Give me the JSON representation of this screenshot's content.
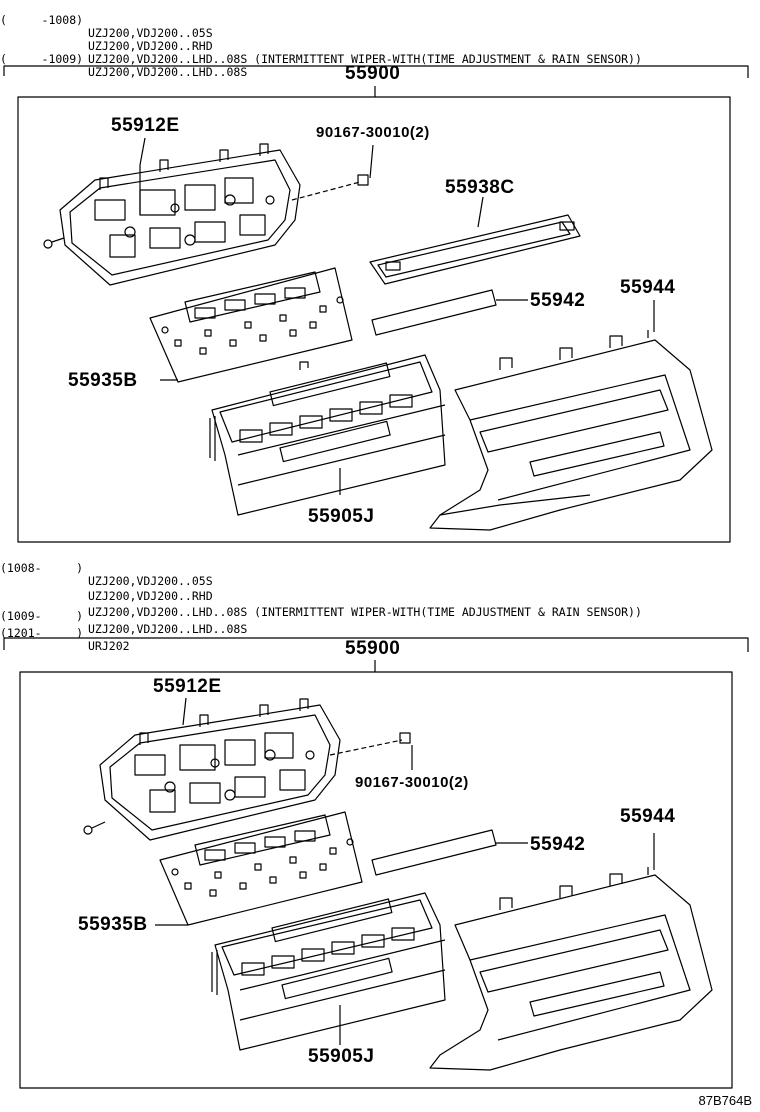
{
  "sections": [
    {
      "applicability": [
        {
          "code": "(     -1008)",
          "models": "UZJ200,VDJ200..05S"
        },
        {
          "code": "",
          "models": "UZJ200,VDJ200..RHD"
        },
        {
          "code": "",
          "models": "UZJ200,VDJ200..LHD..08S (INTERMITTENT WIPER-WITH(TIME ADJUSTMENT & RAIN SENSOR))"
        },
        {
          "code": "(     -1009)",
          "models": "UZJ200,VDJ200..LHD..08S"
        }
      ],
      "assembly_label": "55900",
      "parts": {
        "bracket": "55912E",
        "screw": "90167-30010(2)",
        "panel_cover": "55938C",
        "film": "55942",
        "bezel": "55944",
        "circuit_board": "55935B",
        "control_unit": "55905J"
      }
    },
    {
      "applicability": [
        {
          "code": "(1008-     )",
          "models": "UZJ200,VDJ200..05S"
        },
        {
          "code": "",
          "models": "UZJ200,VDJ200..RHD"
        },
        {
          "code": "",
          "models": "UZJ200,VDJ200..LHD..08S (INTERMITTENT WIPER-WITH(TIME ADJUSTMENT & RAIN SENSOR))"
        },
        {
          "code": "(1009-     )",
          "models": "UZJ200,VDJ200..LHD..08S"
        },
        {
          "code": "(1201-     )",
          "models": "URJ202"
        }
      ],
      "assembly_label": "55900",
      "parts": {
        "bracket": "55912E",
        "screw": "90167-30010(2)",
        "film": "55942",
        "bezel": "55944",
        "circuit_board": "55935B",
        "control_unit": "55905J"
      }
    }
  ],
  "drawing_code": "87B764B"
}
